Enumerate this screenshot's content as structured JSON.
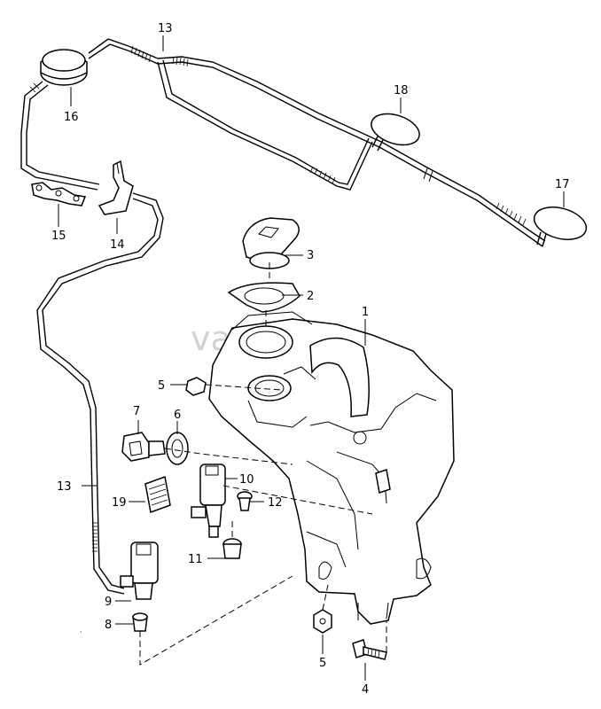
{
  "watermark": "vagteo.ru",
  "callouts": {
    "c1": "1",
    "c2": "2",
    "c3": "3",
    "c4": "4",
    "c5a": "5",
    "c5b": "5",
    "c6": "6",
    "c7": "7",
    "c8": "8",
    "c9": "9",
    "c10": "10",
    "c11": "11",
    "c12": "12",
    "c13a": "13",
    "c13b": "13",
    "c14": "14",
    "c15": "15",
    "c16": "16",
    "c17": "17",
    "c18": "18",
    "c19": "19"
  }
}
